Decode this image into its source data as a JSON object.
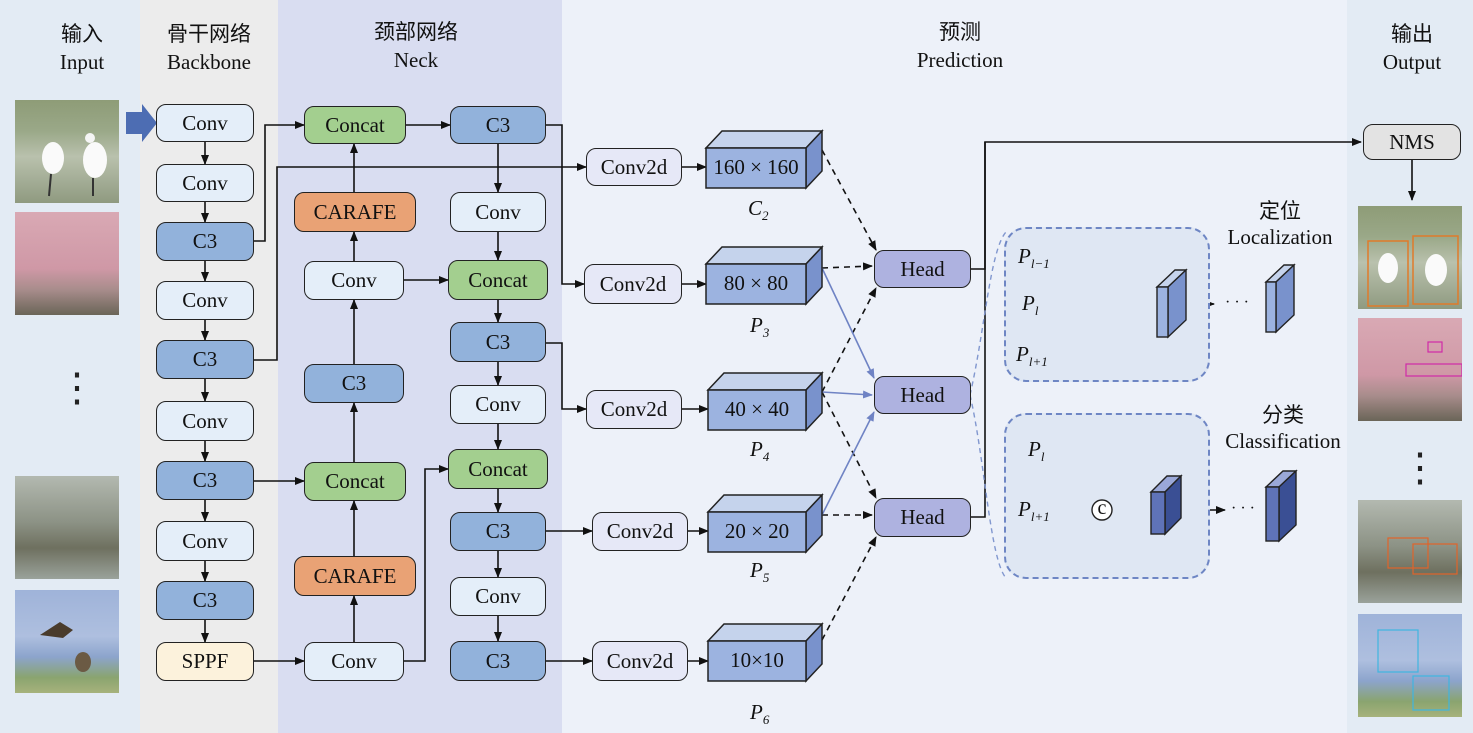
{
  "columns": {
    "input": {
      "zh": "输入",
      "en": "Input"
    },
    "backbone": {
      "zh": "骨干网络",
      "en": "Backbone"
    },
    "neck": {
      "zh": "颈部网络",
      "en": "Neck"
    },
    "prediction": {
      "zh": "预测",
      "en": "Prediction"
    },
    "output": {
      "zh": "输出",
      "en": "Output"
    }
  },
  "backbone": {
    "layers": [
      "Conv",
      "Conv",
      "C3",
      "Conv",
      "C3",
      "Conv",
      "C3",
      "Conv",
      "C3",
      "SPPF"
    ]
  },
  "neck": {
    "left": [
      "Concat",
      "CARAFE",
      "Conv",
      "C3",
      "Concat",
      "CARAFE",
      "Conv"
    ],
    "right": [
      "C3",
      "Conv",
      "Concat",
      "C3",
      "Conv",
      "Concat",
      "C3",
      "Conv",
      "C3"
    ]
  },
  "prediction": {
    "conv2d_label": "Conv2d",
    "features": [
      {
        "size": "160 × 160",
        "name": "C",
        "sub": "2"
      },
      {
        "size": "80 × 80",
        "name": "P",
        "sub": "3"
      },
      {
        "size": "40 × 40",
        "name": "P",
        "sub": "4"
      },
      {
        "size": "20 × 20",
        "name": "P",
        "sub": "5"
      },
      {
        "size": "10×10",
        "name": "P",
        "sub": "6"
      }
    ],
    "head_label": "Head",
    "nms_label": "NMS",
    "localization": {
      "zh": "定位",
      "en": "Localization"
    },
    "classification": {
      "zh": "分类",
      "en": "Classification"
    },
    "loc_inputs": [
      {
        "name": "P",
        "sub": "l−1"
      },
      {
        "name": "P",
        "sub": "l"
      },
      {
        "name": "P",
        "sub": "l+1"
      }
    ],
    "cls_inputs": [
      {
        "name": "P",
        "sub": "l"
      },
      {
        "name": "P",
        "sub": "l+1"
      }
    ],
    "concat_symbol": "c",
    "ellipsis": "· · ·"
  },
  "input_dots": "⋮",
  "colors": {
    "conv": "#e4eef9",
    "c3": "#92b2db",
    "concat": "#a3cf8f",
    "carafe": "#e9a275",
    "sppf": "#fcf2dc",
    "head": "#aeb2e0",
    "arrow_blue": "#6f83c4"
  }
}
